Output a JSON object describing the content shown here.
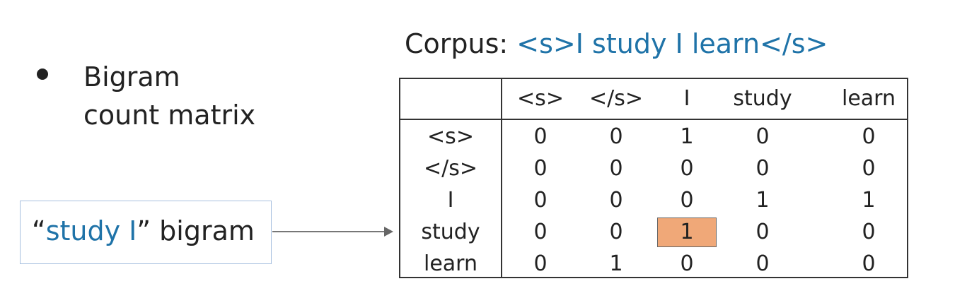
{
  "bullet": {
    "line1": "Bigram",
    "line2": "count matrix"
  },
  "corpus": {
    "label": "Corpus: ",
    "text": "<s>I study I learn</s>"
  },
  "callout": {
    "quote_open": "“",
    "highlight": "study I",
    "quote_close": "”",
    "suffix": " bigram"
  },
  "matrix": {
    "columns": [
      "<s>",
      "</s>",
      "I",
      "study",
      "learn"
    ],
    "rows": [
      {
        "label": "<s>",
        "values": [
          "0",
          "0",
          "1",
          "0",
          "0"
        ]
      },
      {
        "label": "</s>",
        "values": [
          "0",
          "0",
          "0",
          "0",
          "0"
        ]
      },
      {
        "label": "I",
        "values": [
          "0",
          "0",
          "0",
          "1",
          "1"
        ]
      },
      {
        "label": "study",
        "values": [
          "0",
          "0",
          "1",
          "0",
          "0"
        ]
      },
      {
        "label": "learn",
        "values": [
          "0",
          "1",
          "0",
          "0",
          "0"
        ]
      }
    ],
    "highlight": {
      "row": 3,
      "col": 2
    },
    "highlight_color": "#f0a878"
  },
  "colors": {
    "accent": "#1f73a8",
    "text": "#222222"
  }
}
